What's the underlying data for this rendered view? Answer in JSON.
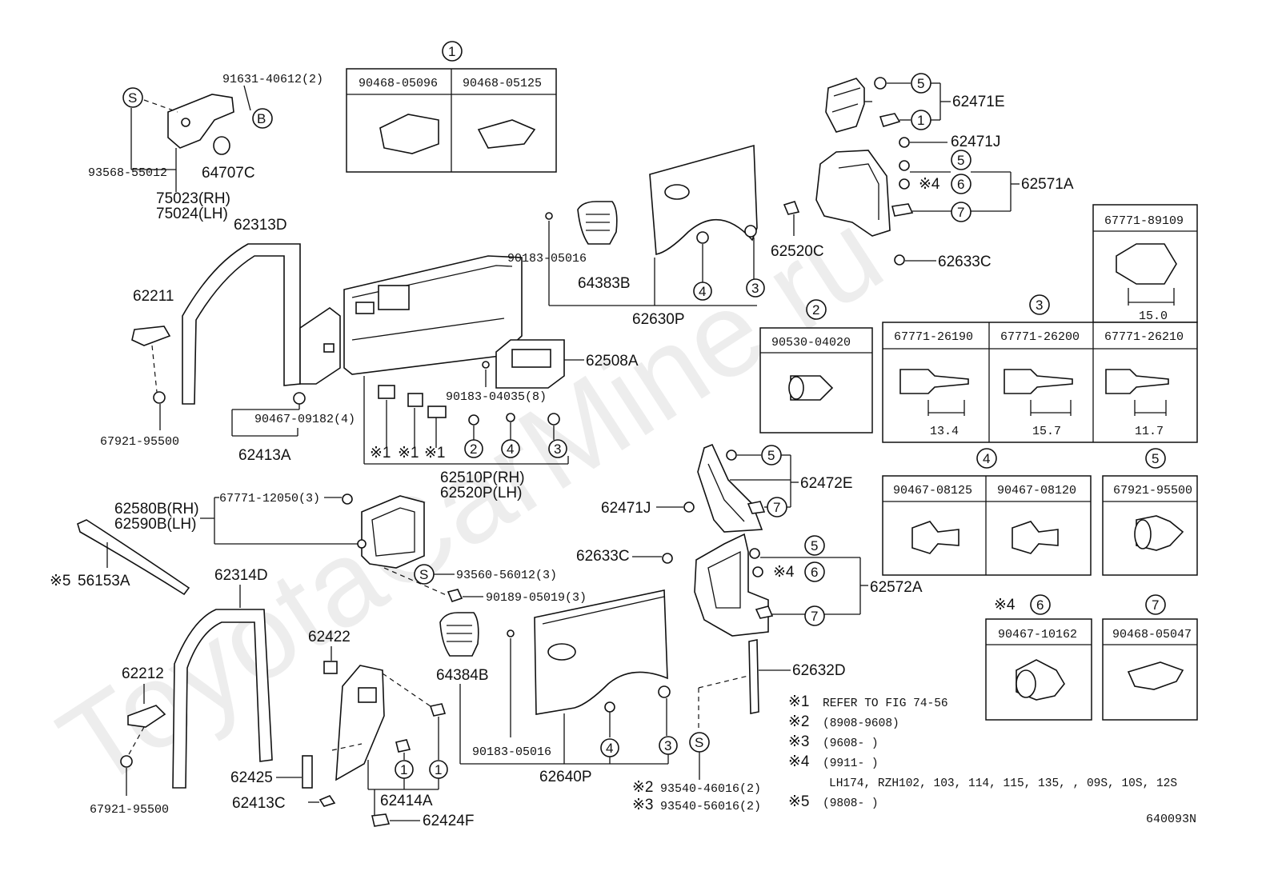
{
  "watermark": "ToyotaCarMine.ru",
  "diagram_code": "640093N",
  "callouts": {
    "p91631": "91631-40612(2)",
    "p93568": "93568-55012",
    "p64707C": "64707C",
    "p75023": "75023(RH)",
    "p75024": "75024(LH)",
    "p62313D": "62313D",
    "p62211": "62211",
    "p67921a": "67921-95500",
    "p90467_09182": "90467-09182(4)",
    "p62413A": "62413A",
    "p90183_05016a": "90183-05016",
    "p64383B": "64383B",
    "p62630P": "62630P",
    "p62508A": "62508A",
    "p90183_04035": "90183-04035(8)",
    "p62510P": "62510P(RH)",
    "p62520P": "62520P(LH)",
    "p62471E": "62471E",
    "p62471J_top": "62471J",
    "p62571A": "62571A",
    "p62520C": "62520C",
    "p62633C_top": "62633C",
    "p67771_12050": "67771-12050(3)",
    "p62580B": "62580B(RH)",
    "p62590B": "62590B(LH)",
    "p56153A": "56153A",
    "p62314D": "62314D",
    "p93560": "93560-56012(3)",
    "p90189": "90189-05019(3)",
    "p62472E": "62472E",
    "p62471J_mid": "62471J",
    "p62633C_mid": "62633C",
    "p62572A": "62572A",
    "p64384B": "64384B",
    "p62422": "62422",
    "p62212": "62212",
    "p67921b": "67921-95500",
    "p62425": "62425",
    "p62413C": "62413C",
    "p62414A": "62414A",
    "p62424F": "62424F",
    "p90183_05016b": "90183-05016",
    "p62640P": "62640P",
    "p62632D": "62632D",
    "p93540_46016": "93540-46016(2)",
    "p93540_56016": "93540-56016(2)"
  },
  "symbols": {
    "S": "S",
    "B": "B",
    "mark1": "※1",
    "mark2": "※2",
    "mark3": "※3",
    "mark4": "※4",
    "mark5": "※5",
    "n1": "1",
    "n2": "2",
    "n3": "3",
    "n4": "4",
    "n5": "5",
    "n6": "6",
    "n7": "7"
  },
  "ref_boxes": {
    "box1": {
      "num": "1",
      "cols": [
        "90468-05096",
        "90468-05125"
      ]
    },
    "box2": {
      "num": "2",
      "cols": [
        "90530-04020"
      ]
    },
    "box3": {
      "num": "3",
      "cols": [
        "67771-26190",
        "67771-26200",
        "67771-26210"
      ],
      "dims": [
        "13.4",
        "15.7",
        "11.7"
      ]
    },
    "box3b": {
      "cols": [
        "67771-89109"
      ],
      "dims": [
        "15.0"
      ]
    },
    "box4": {
      "num": "4",
      "cols": [
        "90467-08125",
        "90467-08120"
      ]
    },
    "box5": {
      "num": "5",
      "cols": [
        "67921-95500"
      ]
    },
    "box6": {
      "num": "6",
      "mark": "※4",
      "cols": [
        "90467-10162"
      ]
    },
    "box7": {
      "num": "7",
      "cols": [
        "90468-05047"
      ]
    }
  },
  "notes": [
    {
      "mark": "※1",
      "text": "REFER TO FIG 74-56"
    },
    {
      "mark": "※2",
      "text": "(8908-9608)"
    },
    {
      "mark": "※3",
      "text": "(9608-      )"
    },
    {
      "mark": "※4",
      "text": "(9911-      )"
    },
    {
      "mark": "",
      "text": "LH174, RZH102, 103, 114, 115, 135, , 09S, 10S, 12S"
    },
    {
      "mark": "※5",
      "text": "(9808-      )"
    }
  ]
}
